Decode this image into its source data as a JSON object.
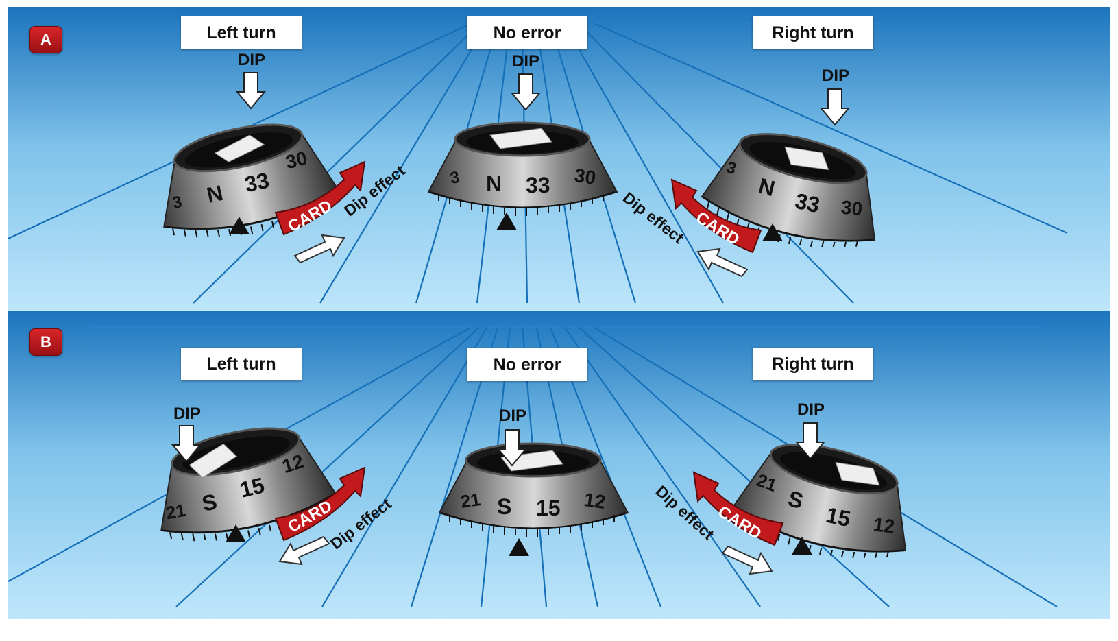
{
  "colors": {
    "sky_top": "#1e78c0",
    "sky_bottom": "#b8e4fa",
    "lines": "#1570b8",
    "card_arrow": "#c21a1c",
    "badge": "#c0181c"
  },
  "panels": [
    {
      "badge": "A",
      "titles": [
        "Left turn",
        "No error",
        "Right turn"
      ],
      "compasses": [
        {
          "dip": "DIP",
          "labels": [
            "3",
            "N",
            "33",
            "30"
          ]
        },
        {
          "dip": "DIP",
          "labels": [
            "3",
            "N",
            "33",
            "30"
          ]
        },
        {
          "dip": "DIP",
          "labels": [
            "3",
            "N",
            "33",
            "30"
          ]
        }
      ],
      "effects": [
        {
          "card": "CARD",
          "dip_effect": "Dip effect"
        },
        {
          "card": "CARD",
          "dip_effect": "Dip effect"
        }
      ]
    },
    {
      "badge": "B",
      "titles": [
        "Left turn",
        "No error",
        "Right turn"
      ],
      "compasses": [
        {
          "dip": "DIP",
          "labels": [
            "21",
            "S",
            "15",
            "12"
          ]
        },
        {
          "dip": "DIP",
          "labels": [
            "21",
            "S",
            "15",
            "12"
          ]
        },
        {
          "dip": "DIP",
          "labels": [
            "21",
            "S",
            "15",
            "12"
          ]
        }
      ],
      "effects": [
        {
          "card": "CARD",
          "dip_effect": "Dip effect"
        },
        {
          "card": "CARD",
          "dip_effect": "Dip effect"
        }
      ]
    }
  ]
}
